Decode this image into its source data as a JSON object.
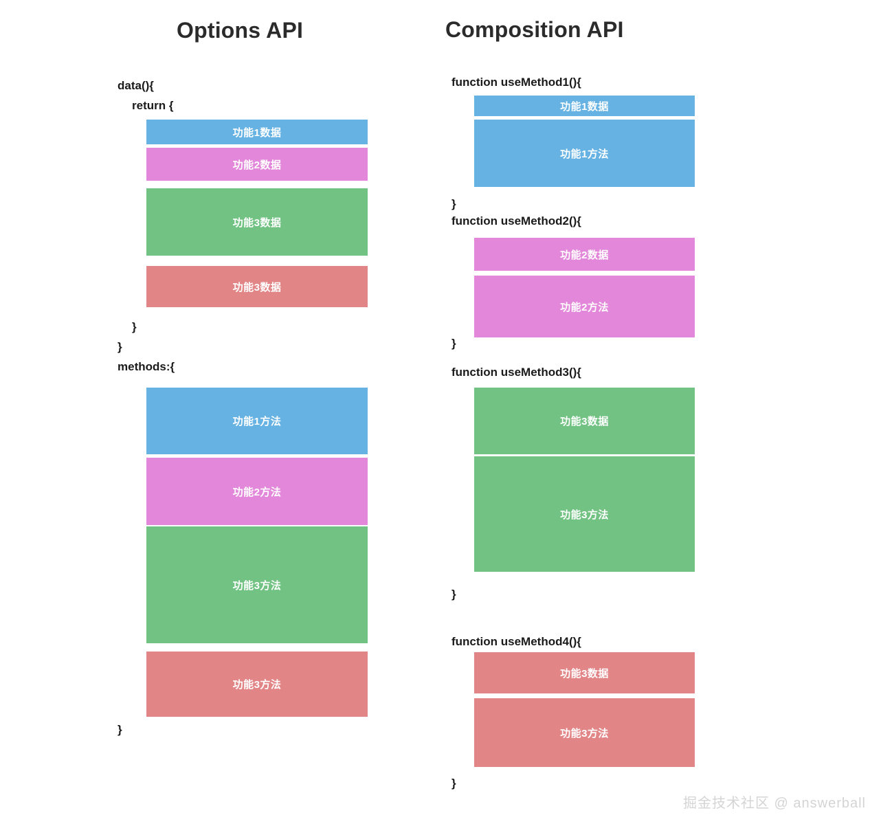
{
  "columns": {
    "left": {
      "title": "Options API",
      "code": {
        "data_open": "data(){",
        "return_open": "return {",
        "return_close": "}",
        "data_close": "}",
        "methods_open": "methods:{",
        "methods_close": "}"
      },
      "data_blocks": [
        {
          "label": "功能1数据",
          "color": "#65b2e3",
          "tone": "blue"
        },
        {
          "label": "功能2数据",
          "color": "#e287d9",
          "tone": "pink"
        },
        {
          "label": "功能3数据",
          "color": "#72c383",
          "tone": "green"
        },
        {
          "label": "功能3数据",
          "color": "#e28587",
          "tone": "salmon"
        }
      ],
      "method_blocks": [
        {
          "label": "功能1方法",
          "color": "#65b2e3",
          "tone": "blue"
        },
        {
          "label": "功能2方法",
          "color": "#e287d9",
          "tone": "pink"
        },
        {
          "label": "功能3方法",
          "color": "#72c383",
          "tone": "green"
        },
        {
          "label": "功能3方法",
          "color": "#e28587",
          "tone": "salmon"
        }
      ]
    },
    "right": {
      "title": "Composition API",
      "functions": [
        {
          "open": "function useMethod1(){",
          "close": "}",
          "blocks": [
            {
              "label": "功能1数据",
              "color": "#65b2e3",
              "tone": "blue"
            },
            {
              "label": "功能1方法",
              "color": "#65b2e3",
              "tone": "blue"
            }
          ]
        },
        {
          "open": "function useMethod2(){",
          "close": "}",
          "blocks": [
            {
              "label": "功能2数据",
              "color": "#e287d9",
              "tone": "pink"
            },
            {
              "label": "功能2方法",
              "color": "#e287d9",
              "tone": "pink"
            }
          ]
        },
        {
          "open": "function useMethod3(){",
          "close": "}",
          "blocks": [
            {
              "label": "功能3数据",
              "color": "#72c383",
              "tone": "green"
            },
            {
              "label": "功能3方法",
              "color": "#72c383",
              "tone": "green"
            }
          ]
        },
        {
          "open": "function useMethod4(){",
          "close": "}",
          "blocks": [
            {
              "label": "功能3数据",
              "color": "#e28587",
              "tone": "salmon"
            },
            {
              "label": "功能3方法",
              "color": "#e28587",
              "tone": "salmon"
            }
          ]
        }
      ]
    }
  },
  "watermark": "掘金技术社区 @ answerball",
  "palette": {
    "blue": "#65b2e3",
    "pink": "#e287d9",
    "green": "#72c383",
    "salmon": "#e28587",
    "text": "#1a1a1a",
    "title": "#2b2b2b",
    "background": "#ffffff",
    "watermark": "#d4d4d4"
  }
}
